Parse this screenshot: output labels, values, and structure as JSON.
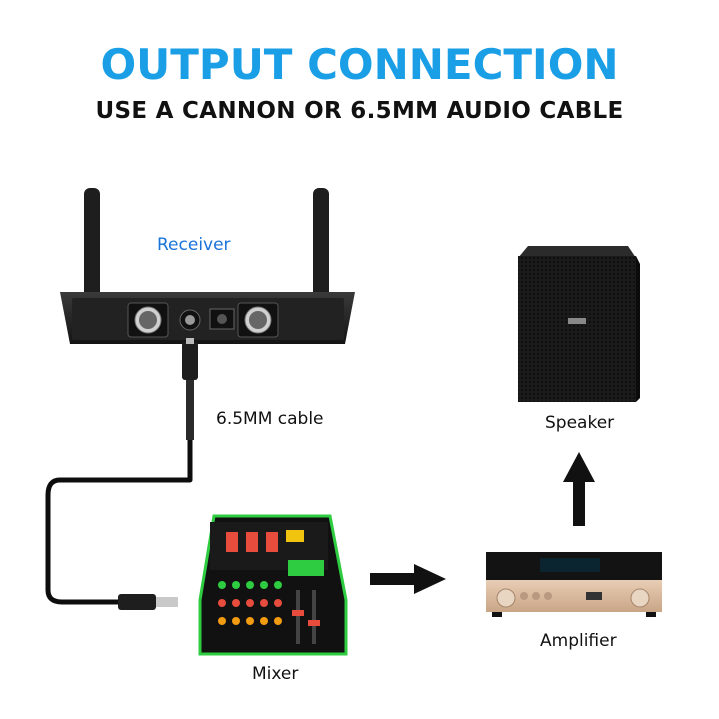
{
  "header": {
    "title": "OUTPUT CONNECTION",
    "subtitle": "USE A CANNON OR 6.5MM AUDIO CABLE"
  },
  "labels": {
    "receiver": "Receiver",
    "cable": "6.5MM cable",
    "speaker": "Speaker",
    "amplifier": "Amplifier",
    "mixer": "Mixer"
  },
  "colors": {
    "title": "#1a9fe6",
    "receiver_label": "#1a73d9",
    "text": "#111111",
    "mixer_accent": "#2ecc40",
    "amp_face": "#d9b89a"
  }
}
